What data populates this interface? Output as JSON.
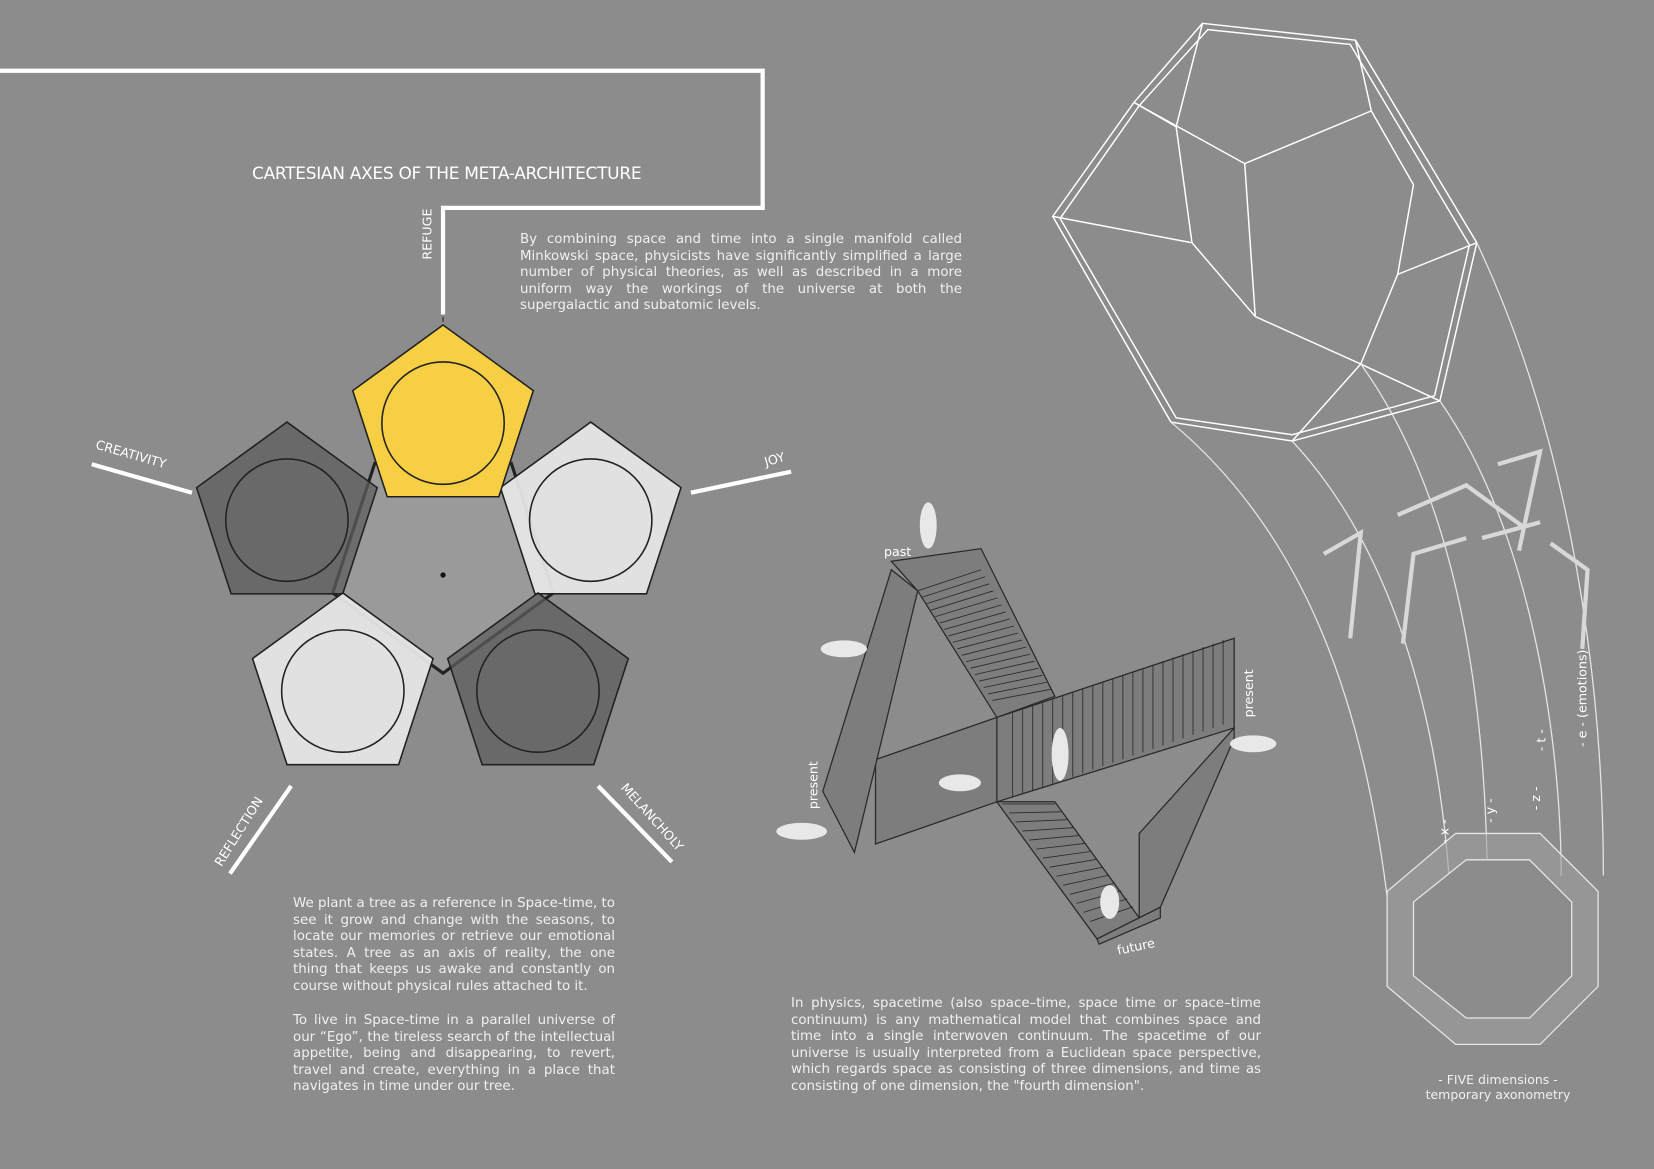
{
  "title": "CARTESIAN AXES OF THE META-ARCHITECTURE",
  "paragraphs": {
    "minkowski": "By combining space and time into a single manifold called Minkowski space, physicists have significantly simplified a large number of physical theories, as well as described in a more uniform way the workings of the universe at both the supergalactic and subatomic levels.",
    "tree_1": "We plant a tree as a reference in Space-time, to see it grow and change with the seasons, to locate our memories or retrieve our emotional states. A tree as an axis of reality, the one thing that keeps us awake and constantly on course without physical rules attached to it.",
    "tree_2": "To live in Space-time in a parallel universe of our “Ego”, the tireless search of the intellectual appetite, being and disappearing, to revert, travel and create, everything in a place that navigates in time under our tree.",
    "spacetime": "In physics, spacetime (also space–time, space time or space–time continuum) is any mathematical model that combines space and time into a single interwoven continuum. The spacetime of our universe is usually interpreted from a Euclidean space perspective, which regards space as consisting of three dimensions, and time as consisting of one dimension, the \"fourth dimension\"."
  },
  "axes_labels": {
    "refuge": "REFUGE",
    "creativity": "CREATIVITY",
    "joy": "JOY",
    "reflection": "REFLECTION",
    "melancholy": "MELANCHOLY"
  },
  "stair_labels": {
    "past": "past",
    "present_left": "present",
    "present_right": "present",
    "future": "future"
  },
  "dimension_labels": {
    "x": "- x -",
    "y": "- y -",
    "z": "- z -",
    "t": "- t -",
    "e": "- e - (emotions)"
  },
  "caption": {
    "line1": "- FIVE dimensions -",
    "line2": "temporary axonometry"
  },
  "colors": {
    "background": "#8c8c8c",
    "refuge": "#f7cf45",
    "light": "#e6e6e6",
    "dark": "#5e5e5e",
    "line": "#ffffff"
  }
}
